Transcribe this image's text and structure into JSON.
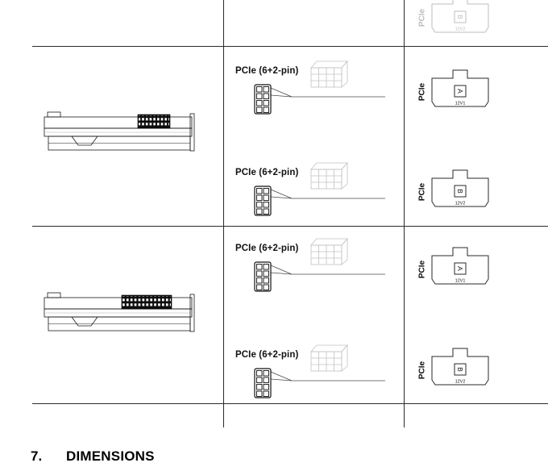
{
  "page": {
    "heading": {
      "number": "7.",
      "title": "DIMENSIONS"
    }
  },
  "colors": {
    "rule_line": "#2b2b2b",
    "faded_grey": "#bdbdbd",
    "text": "#111111"
  },
  "cables": {
    "row1": [
      {
        "label": "PCIe (6+2-pin)"
      },
      {
        "label": "PCIe (6+2-pin)"
      }
    ],
    "row2": [
      {
        "label": "PCIe (6+2-pin)"
      },
      {
        "label": "PCIe (6+2-pin)"
      }
    ]
  },
  "psu_sockets": {
    "partial_top": {
      "label": "PCIe",
      "letter": "B",
      "rail": "12V2"
    },
    "row1": [
      {
        "label": "PCIe",
        "letter": "A",
        "rail": "12V1"
      },
      {
        "label": "PCIe",
        "letter": "B",
        "rail": "12V2"
      }
    ],
    "row2": [
      {
        "label": "PCIe",
        "letter": "A",
        "rail": "12V1"
      },
      {
        "label": "PCIe",
        "letter": "B",
        "rail": "12V2"
      }
    ]
  }
}
